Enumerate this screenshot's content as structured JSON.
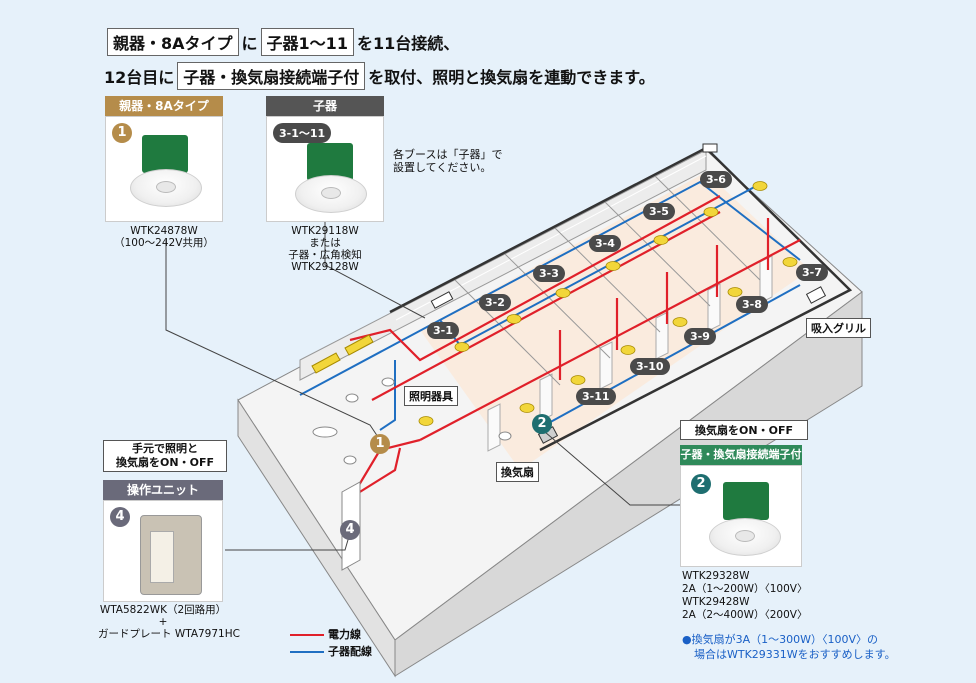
{
  "heading": {
    "line1": {
      "box1": "親器・8Aタイプ",
      "t1": "に",
      "box2": "子器1〜11",
      "t2": "を11台接続、"
    },
    "line2": {
      "t1": "12台目に",
      "box1": "子器・換気扇接続端子付",
      "t2": "を取付、照明と換気扇を連動できます。"
    }
  },
  "card_parent": {
    "label": "親器・8Aタイプ",
    "num": "1",
    "model": "WTK24878W",
    "spec": "（100〜242V共用）"
  },
  "card_child": {
    "label": "子器",
    "num": "3-1〜11",
    "model": "WTK29118W",
    "or": "または",
    "alt_name": "子器・広角検知",
    "alt_model": "WTK29128W"
  },
  "booth_note": {
    "line1": "各ブースは「子器」で",
    "line2": "設置してください。"
  },
  "card_unit": {
    "top_line1": "手元で照明と",
    "top_line2": "換気扇をON・OFF",
    "label": "操作ユニット",
    "num": "4",
    "model": "WTA5822WK（2回路用）",
    "plus": "+",
    "plate": "ガードプレート WTA7971HC"
  },
  "card_fan": {
    "top": "換気扇をON・OFF",
    "label": "子器・換気扇接続端子付",
    "num": "2",
    "model1": "WTK29328W",
    "spec1": "2A（1〜200W）〈100V〉",
    "model2": "WTK29428W",
    "spec2": "2A（2〜400W）〈200V〉"
  },
  "fan_note": {
    "line1": "●換気扇が3A（1〜300W）〈100V〉の",
    "line2": "場合はWTK29331Wをおすすめします。"
  },
  "diagram": {
    "sensors": [
      "3-1",
      "3-2",
      "3-3",
      "3-4",
      "3-5",
      "3-6",
      "3-7",
      "3-8",
      "3-9",
      "3-10",
      "3-11"
    ],
    "marker1": "1",
    "marker2": "2",
    "marker4": "4",
    "tag_light": "照明器具",
    "tag_fan": "換気扇",
    "tag_grill": "吸入グリル"
  },
  "legend": {
    "power": "電力線",
    "signal": "子器配線"
  },
  "colors": {
    "power": "#e0202a",
    "signal": "#1f6fc2",
    "parent_label": "#b58c4a",
    "child_label": "#555555",
    "unit_label": "#6a6a7a",
    "fan_label": "#2f8a5a",
    "teal": "#1e6e70",
    "light": "#f2d63a"
  }
}
